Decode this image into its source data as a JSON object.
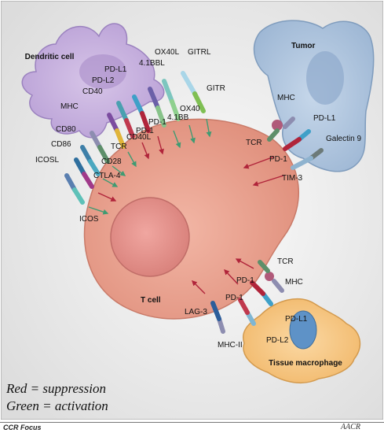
{
  "cells": {
    "dendritic": "Dendritic cell",
    "tumor": "Tumor",
    "tcell": "T cell",
    "macrophage": "Tissue macrophage"
  },
  "labels": {
    "ox40l": "OX40L",
    "gitrl": "GITRL",
    "bb4l": "4.1BBL",
    "pdl1_dc": "PD-L1",
    "pdl2_dc": "PD-L2",
    "cd40": "CD40",
    "mhc_dc": "MHC",
    "cd80": "CD80",
    "cd86": "CD86",
    "icosl": "ICOSL",
    "gitr": "GITR",
    "ox40": "OX40",
    "bb4": "4.1BB",
    "pd1_a": "PD-1",
    "pd1_b": "PD-1",
    "cd40l": "CD40L",
    "tcr_dc": "TCR",
    "cd28": "CD28",
    "ctla4": "CTLA-4",
    "icos": "ICOS",
    "mhc_tumor": "MHC",
    "pdl1_tumor": "PD-L1",
    "tcr_tumor": "TCR",
    "galectin9": "Galectin 9",
    "pd1_tumor": "PD-1",
    "tim3": "TIM-3",
    "tcr_mac": "TCR",
    "pd1_mac1": "PD-1",
    "mhc_mac": "MHC",
    "pd1_mac2": "PD-1",
    "pdl1_mac": "PD-L1",
    "lag3": "LAG-3",
    "pdl2_mac": "PD-L2",
    "mhc2": "MHC-II"
  },
  "legend": {
    "red": "Red = suppression",
    "green": "Green = activation"
  },
  "colors": {
    "suppression": "#b0243a",
    "activation": "#3f9b72"
  },
  "footer": {
    "left": "CCR Focus",
    "right": "AACR"
  }
}
